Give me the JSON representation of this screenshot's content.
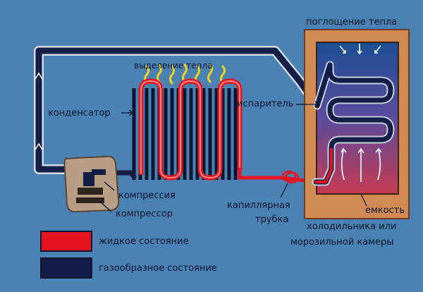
{
  "labels": {
    "heat_release": "выделение тепла",
    "heat_absorption": "поглощение тепла",
    "condenser": "конденсатор",
    "evaporator": "испаритель",
    "compression": "компрессия",
    "compressor": "компрессор",
    "capillary_line1": "капиллярная",
    "capillary_line2": "трубка",
    "chamber_line1": "емкость",
    "chamber_line2": "холодильника или",
    "chamber_line3": "морозильной камеры"
  },
  "legend": [
    {
      "label": "жидкое состояние",
      "color": "#e6141e"
    },
    {
      "label": "газообразное состояние",
      "color": "#141e46"
    }
  ],
  "colors": {
    "liquid": "#e6141e",
    "gas": "#141e46",
    "cabinet": "#d18a52",
    "background": "#4a82b3"
  }
}
